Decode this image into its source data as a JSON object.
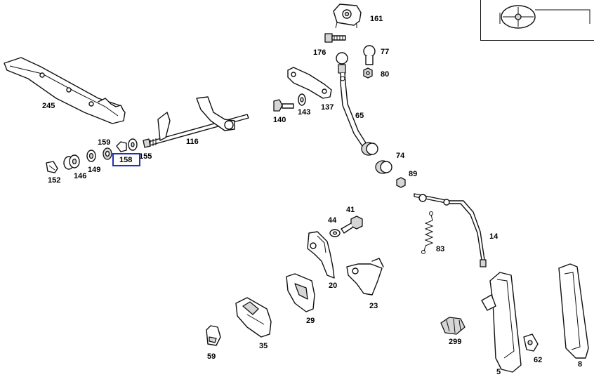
{
  "callouts": [
    {
      "id": "161",
      "text": "161"
    },
    {
      "id": "176",
      "text": "176"
    },
    {
      "id": "77",
      "text": "77"
    },
    {
      "id": "80",
      "text": "80"
    },
    {
      "id": "245",
      "text": "245"
    },
    {
      "id": "137",
      "text": "137"
    },
    {
      "id": "143",
      "text": "143"
    },
    {
      "id": "140",
      "text": "140"
    },
    {
      "id": "65",
      "text": "65"
    },
    {
      "id": "116",
      "text": "116"
    },
    {
      "id": "159",
      "text": "159"
    },
    {
      "id": "155",
      "text": "155"
    },
    {
      "id": "158",
      "text": "158"
    },
    {
      "id": "149",
      "text": "149"
    },
    {
      "id": "146",
      "text": "146"
    },
    {
      "id": "152",
      "text": "152"
    },
    {
      "id": "74",
      "text": "74"
    },
    {
      "id": "89",
      "text": "89"
    },
    {
      "id": "41",
      "text": "41"
    },
    {
      "id": "44",
      "text": "44"
    },
    {
      "id": "14",
      "text": "14"
    },
    {
      "id": "83",
      "text": "83"
    },
    {
      "id": "20",
      "text": "20"
    },
    {
      "id": "23",
      "text": "23"
    },
    {
      "id": "29",
      "text": "29"
    },
    {
      "id": "35",
      "text": "35"
    },
    {
      "id": "59",
      "text": "59"
    },
    {
      "id": "299",
      "text": "299"
    },
    {
      "id": "5",
      "text": "5"
    },
    {
      "id": "62",
      "text": "62"
    },
    {
      "id": "8",
      "text": "8"
    }
  ],
  "highlighted_callout": "158",
  "colors": {
    "highlight": "#1f2fbf",
    "line": "#111111",
    "shade": "#d6d6d6"
  },
  "inset_icon": "steering-wheel-icon"
}
